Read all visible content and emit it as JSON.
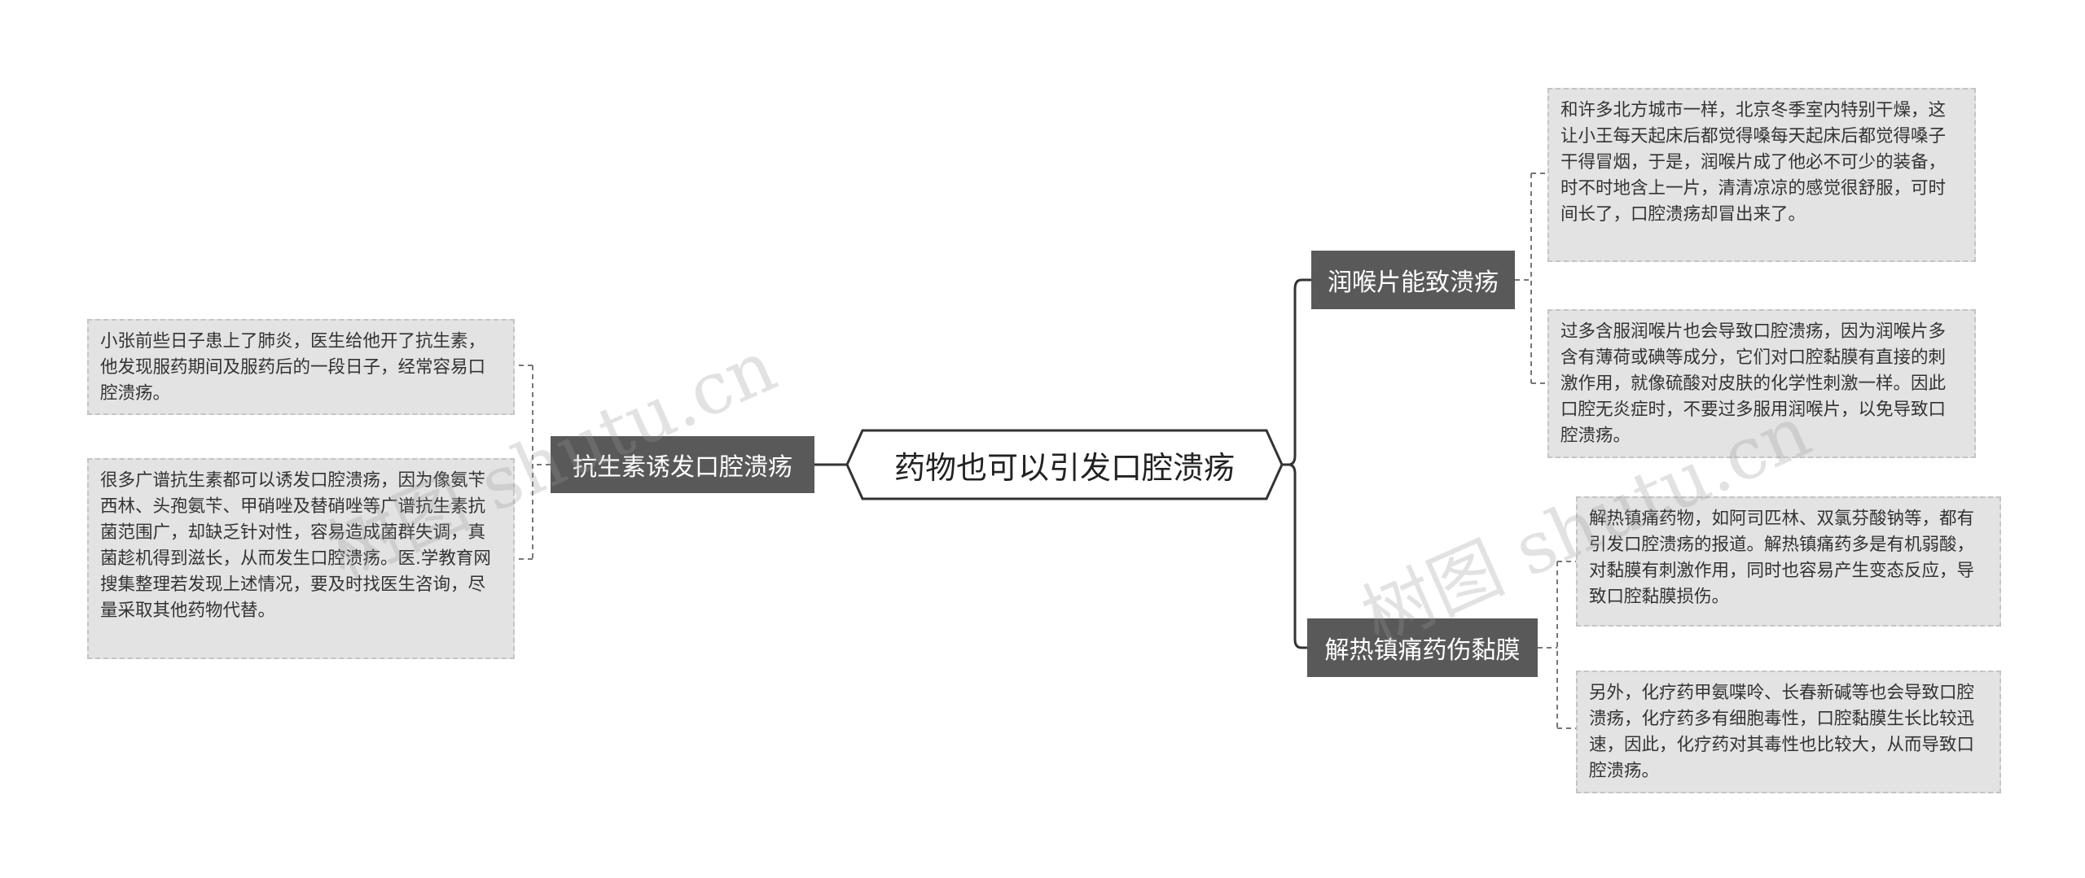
{
  "root": {
    "label": "药物也可以引发口腔溃疡"
  },
  "branches": [
    {
      "label": "抗生素诱发口腔溃疡",
      "leaves": [
        {
          "text": "小张前些日子患上了肺炎，医生给他开了抗生素，他发现服药期间及服药后的一段日子，经常容易口腔溃疡。"
        },
        {
          "text": "很多广谱抗生素都可以诱发口腔溃疡，因为像氨苄西林、头孢氨苄、甲硝唑及替硝唑等广谱抗生素抗菌范围广，却缺乏针对性，容易造成菌群失调，真菌趁机得到滋长，从而发生口腔溃疡。医.学教育网搜集整理若发现上述情况，要及时找医生咨询，尽量采取其他药物代替。"
        }
      ]
    },
    {
      "label": "润喉片能致溃疡",
      "leaves": [
        {
          "text": "和许多北方城市一样，北京冬季室内特别干燥，这让小王每天起床后都觉得嗓每天起床后都觉得嗓子干得冒烟，于是，润喉片成了他必不可少的装备，时不时地含上一片，清清凉凉的感觉很舒服，可时间长了，口腔溃疡却冒出来了。"
        },
        {
          "text": "过多含服润喉片也会导致口腔溃疡，因为润喉片多含有薄荷或碘等成分，它们对口腔黏膜有直接的刺激作用，就像硫酸对皮肤的化学性刺激一样。因此口腔无炎症时，不要过多服用润喉片，以免导致口腔溃疡。"
        }
      ]
    },
    {
      "label": "解热镇痛药伤黏膜",
      "leaves": [
        {
          "text": "解热镇痛药物，如阿司匹林、双氯芬酸钠等，都有引发口腔溃疡的报道。解热镇痛药多是有机弱酸，对黏膜有刺激作用，同时也容易产生变态反应，导致口腔黏膜损伤。"
        },
        {
          "text": "另外，化疗药甲氨喋呤、长春新碱等也会导致口腔溃疡，化疗药多有细胞毒性，口腔黏膜生长比较迅速，因此，化疗药对其毒性也比较大，从而导致口腔溃疡。"
        }
      ]
    }
  ],
  "watermark": {
    "text": "树图 shutu.cn"
  },
  "colors": {
    "branch_bg": "#595959",
    "leaf_bg": "#e3e3e3",
    "leaf_border": "#c4c4c4",
    "line": "#333333",
    "connector": "#777777"
  }
}
